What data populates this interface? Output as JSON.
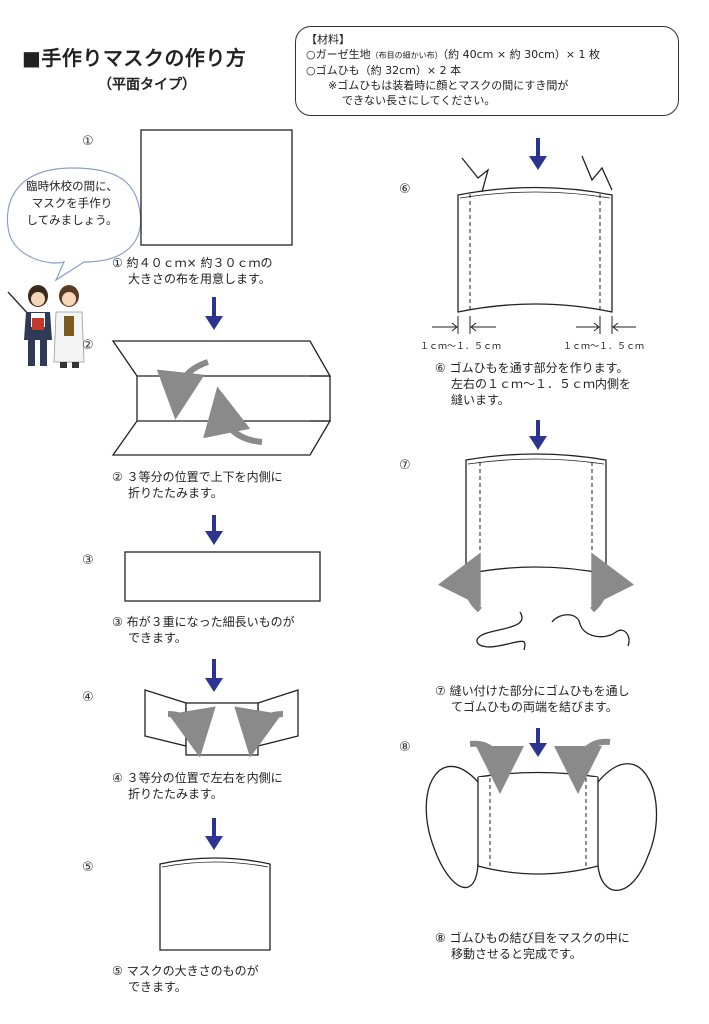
{
  "header": {
    "title": "■手作りマスクの作り方",
    "subtitle": "（平面タイプ）"
  },
  "materials": {
    "heading": "【材料】",
    "item1_prefix": "○ガーゼ生地",
    "item1_small": "（布目の細かい布）",
    "item1_suffix": "（約 40cm × 約 30cm）× 1 枚",
    "item2": "○ゴムひも（約 32cm）× 2 本",
    "note_line1": "※ゴムひもは装着時に顔とマスクの間にすき間が",
    "note_line2": "できない長さにしてください。"
  },
  "bubble": {
    "line1": "臨時休校の間に、",
    "line2": "マスクを手作り",
    "line3": "してみましょう。"
  },
  "steps": {
    "s1": {
      "num": "①",
      "line1": "① 約４０ｃｍ× 約３０ｃｍの",
      "line2": "大きさの布を用意します。"
    },
    "s2": {
      "num": "②",
      "line1": "② ３等分の位置で上下を内側に",
      "line2": "折りたたみます。"
    },
    "s3": {
      "num": "③",
      "line1": "③ 布が３重になった細長いものが",
      "line2": "できます。"
    },
    "s4": {
      "num": "④",
      "line1": "④ ３等分の位置で左右を内側に",
      "line2": "折りたたみます。"
    },
    "s5": {
      "num": "⑤",
      "line1": "⑤ マスクの大きさのものが",
      "line2": "できます。"
    },
    "s6": {
      "num": "⑥",
      "line1": "⑥ ゴムひもを通す部分を作ります。",
      "line2": "左右の１ｃｍ～１．５ｃｍ内側を",
      "line3": "縫います。",
      "dim_left": "１ｃｍ～１．５ｃｍ",
      "dim_right": "１ｃｍ～１．５ｃｍ"
    },
    "s7": {
      "num": "⑦",
      "line1": "⑦ 縫い付けた部分にゴムひもを通し",
      "line2": "てゴムひもの両端を結びます。"
    },
    "s8": {
      "num": "⑧",
      "line1": "⑧ ゴムひもの結び目をマスクの中に",
      "line2": "移動させると完成です。"
    }
  },
  "colors": {
    "arrow": "#2b3591",
    "curve_arrow": "#8a8a8a",
    "line": "#222222"
  }
}
